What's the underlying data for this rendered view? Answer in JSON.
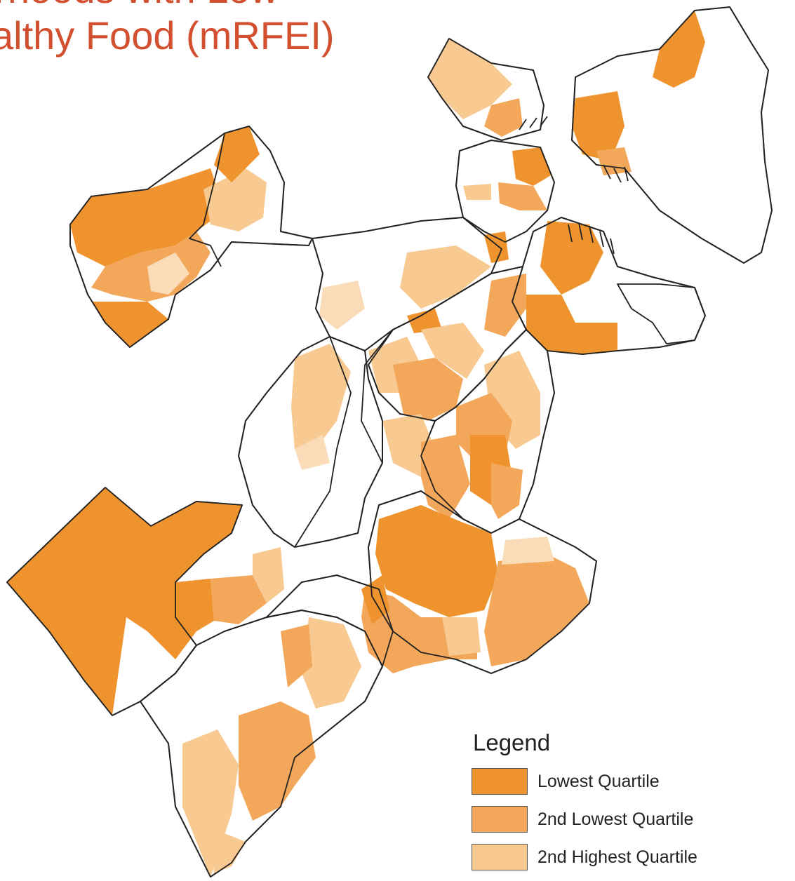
{
  "title": {
    "line1": "borhoods with Low",
    "line2": "althy Food (mRFEI)"
  },
  "legend": {
    "heading": "Legend",
    "items": [
      {
        "label": "Lowest Quartile",
        "color": "#ee932d"
      },
      {
        "label": "2nd Lowest Quartile",
        "color": "#f3a75a"
      },
      {
        "label": "2nd Highest Quartile",
        "color": "#f8c990"
      }
    ]
  },
  "colors": {
    "lowest": "#ee932d",
    "second_lowest": "#f3a75a",
    "second_highest": "#f8c990",
    "highest": "#ffffff",
    "boundary": "#222222",
    "title": "#d2502f"
  }
}
